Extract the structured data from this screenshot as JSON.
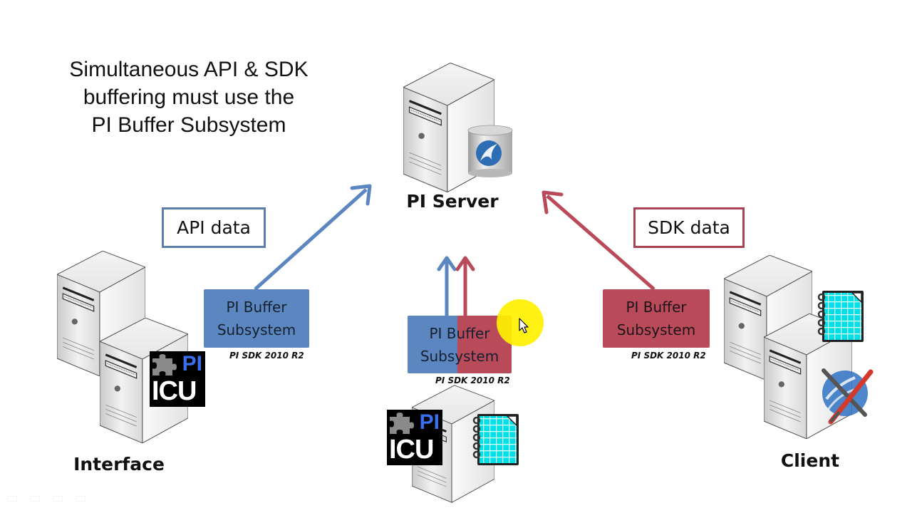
{
  "title": {
    "lines": [
      "Simultaneous API & SDK",
      "buffering must use the",
      "PI Buffer Subsystem"
    ]
  },
  "nodes": {
    "pi_server": {
      "label": "PI Server",
      "icon": "server-with-database-icon"
    },
    "interface": {
      "label": "Interface",
      "icon": "server-pair-icon"
    },
    "client": {
      "label": "Client",
      "icon": "server-pair-icon"
    },
    "middle_node": {
      "label": "",
      "icon": "server-icon"
    }
  },
  "data_labels": {
    "api": "API data",
    "sdk": "SDK data"
  },
  "buffers": [
    {
      "id": "left",
      "line1": "PI Buffer",
      "line2": "Subsystem",
      "note": "PI SDK 2010 R2",
      "color": "#5b86c0"
    },
    {
      "id": "center",
      "line1": "PI Buffer",
      "line2": "Subsystem",
      "note": "PI SDK 2010 R2",
      "color": "mixed"
    },
    {
      "id": "right",
      "line1": "PI Buffer",
      "line2": "Subsystem",
      "note": "PI SDK 2010 R2",
      "color": "#b84a5a"
    }
  ],
  "badges": {
    "pi_icu_top": "PI",
    "pi_icu_bottom": "ICU"
  },
  "colors": {
    "api_blue": "#5b86c0",
    "sdk_red": "#b84a5a",
    "api_border": "#5b7fad",
    "sdk_border": "#a84453",
    "cursor_highlight": "#fff000"
  }
}
